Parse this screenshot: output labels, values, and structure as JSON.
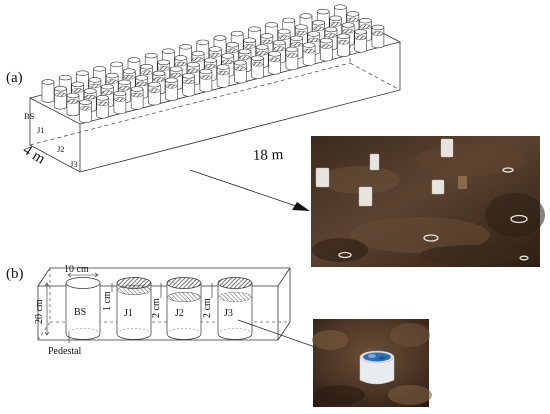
{
  "panel_a": {
    "label": "(a)",
    "width_label": "4 m",
    "length_label": "18 m",
    "row_labels": [
      "BS",
      "J1",
      "J2",
      "J3"
    ],
    "photo_name": "field-plot-photo"
  },
  "panel_b": {
    "label": "(b)",
    "diameter_label": "10 cm",
    "height_label": "20 cm",
    "pedestal_label": "Pedestal",
    "cylinders": [
      {
        "name": "BS",
        "gap_label": ""
      },
      {
        "name": "J1",
        "gap_label": "1 cm"
      },
      {
        "name": "J2",
        "gap_label": "2 cm"
      },
      {
        "name": "J3",
        "gap_label": "2 cm"
      }
    ],
    "photo_name": "cylinder-closeup-photo"
  },
  "colors": {
    "outline": "#222222",
    "hatch": "#444444",
    "soil_dark": "#3a2a1f",
    "soil_light": "#5a4431",
    "sky_water": "#2f6fb4"
  }
}
